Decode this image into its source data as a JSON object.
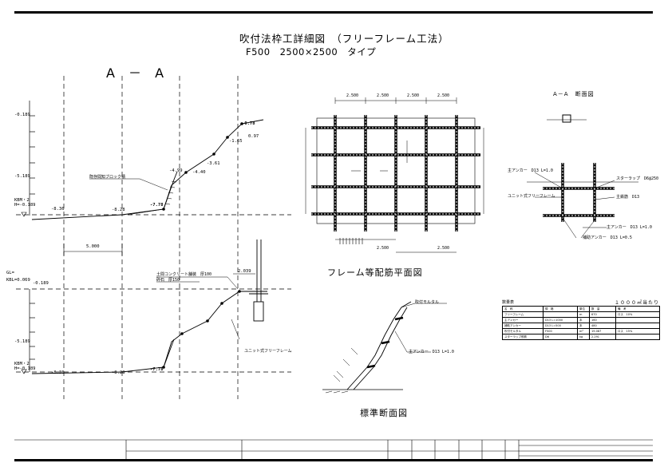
{
  "title": "吹付法枠工詳細図　（フリーフレーム工法）",
  "subtitle": "F500　2500×2500　タイプ",
  "section_label": "A － A",
  "plan_title": "フレーム等配筋平面図",
  "standard_section_title": "標準断面図",
  "detail_section_title": "A－A　断面図",
  "top_section": {
    "levels": [
      "-0.189",
      "-5.189",
      "KBM・2",
      "H=-0.189"
    ],
    "bottom_marks": [
      "-8.36",
      "-8.28",
      "-7.78"
    ],
    "slope_marks": [
      "-4.99",
      "-4.40",
      "-3.61",
      "-0.78",
      "0.97",
      "-1.65"
    ],
    "label_block": "既存間知ブロック積"
  },
  "dimension_5000": "5.000",
  "bottom_section": {
    "levels": [
      "GL=",
      "KBL=0.069",
      "-0.189",
      "-5.189",
      "KBM・2",
      "H=-0.189"
    ],
    "bottom_marks": [
      "-8.36",
      "-8.28",
      "-7.78"
    ],
    "notes": [
      "土間コンクリート舗装　厚100",
      "砕石　厚150"
    ],
    "dim_2039": "2.039",
    "label_frame": "ユニット式フリーフレーム"
  },
  "plan": {
    "top_dims": [
      "2.500",
      "2.500",
      "2.500",
      "2.500"
    ],
    "bottom_dims": [
      "2.500",
      "2.500"
    ]
  },
  "detail_labels": {
    "anchor_main": "主アンカー　D13 L=1.0",
    "stirrup": "スターラップ　D6@250",
    "unit_frame": "ユニット式フリーフレーム",
    "main_bar": "主鉄筋　D13",
    "aux_anchor": "補助アンカー　D13 L=0.5",
    "anchor2": "主アンカー　D13 L=1.0"
  },
  "standard_labels": {
    "anchor": "主アンカー　D13 L=1.0",
    "spray": "吹付モルタル"
  },
  "quantity": {
    "title": "数量表",
    "unit": "１０００㎡当たり",
    "headers": [
      "名　称",
      "規　格",
      "単位",
      "数　量",
      "備　考"
    ],
    "rows": [
      [
        "フリーフレーム",
        "",
        "m",
        "670",
        "ロス　10%"
      ],
      [
        "主アンカー",
        "D13 L=1000",
        "本",
        "160",
        ""
      ],
      [
        "補助アンカー",
        "D13 L=500",
        "本",
        "480",
        ""
      ],
      [
        "吹付モルタル",
        "F500",
        "m³",
        "19.087",
        "ロス　15%"
      ],
      [
        "スターラップ鉄筋",
        "D6",
        "kg",
        "2.291",
        ""
      ]
    ]
  }
}
